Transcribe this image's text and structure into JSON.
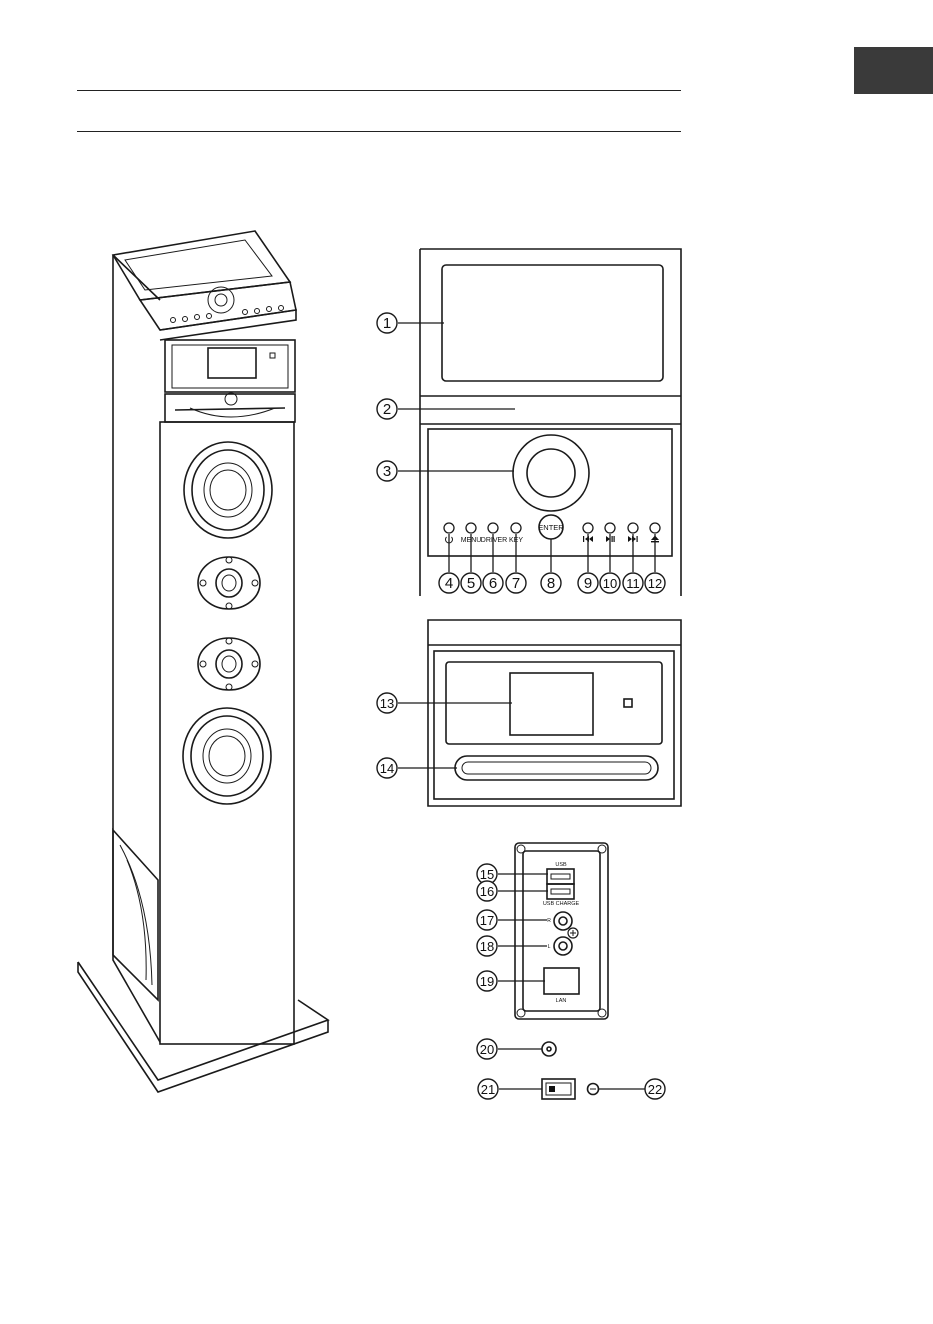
{
  "header": {
    "language_tab_color": "#3a3a3a"
  },
  "controls": {
    "enter": "ENTER",
    "menu": "MENU",
    "driver": "DRIVER",
    "key": "KEY"
  },
  "ports": {
    "usb": "USB",
    "usb_charge": "USB CHARGE",
    "r": "R",
    "l": "L",
    "lan": "LAN"
  },
  "callouts": [
    "1",
    "2",
    "3",
    "4",
    "5",
    "6",
    "7",
    "8",
    "9",
    "10",
    "11",
    "12",
    "13",
    "14",
    "15",
    "16",
    "17",
    "18",
    "19",
    "20",
    "21",
    "22"
  ]
}
